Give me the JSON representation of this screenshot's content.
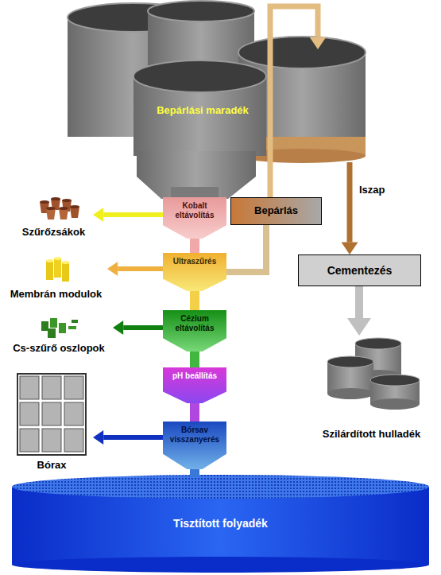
{
  "diagram": {
    "nodes": [
      {
        "text": [
          "Bepárlási maradék"
        ]
      },
      {
        "text": [
          "Kobalt eltávolítás"
        ]
      },
      {
        "text": [
          "Bepárlás"
        ]
      },
      {
        "text": [
          "Szűrőzsákok"
        ]
      },
      {
        "text": [
          "Ultraszűrés"
        ]
      },
      {
        "text": [
          "Cementezés"
        ]
      },
      {
        "text": [
          "Membrán modulok"
        ]
      },
      {
        "text": [
          "Cézium eltávolítás"
        ]
      },
      {
        "text": [
          "Cs-szűrő oszlopok"
        ]
      },
      {
        "text": [
          "pH beállítás"
        ]
      },
      {
        "text": [
          "Bórsav visszanyerés"
        ]
      },
      {
        "text": [
          "Szilárdított hulladék"
        ]
      },
      {
        "text": [
          "Bórax"
        ]
      },
      {
        "text": [
          "Tisztított folyadék"
        ]
      }
    ],
    "edges": [
      {
        "from": 0,
        "to": 1,
        "arrow": "none"
      },
      {
        "from": 1,
        "to": 4,
        "arrow": "none"
      },
      {
        "from": 4,
        "to": 7,
        "arrow": "none"
      },
      {
        "from": 7,
        "to": 9,
        "arrow": "none"
      },
      {
        "from": 9,
        "to": 10,
        "arrow": "none"
      },
      {
        "from": 10,
        "to": 13,
        "arrow": "none"
      },
      {
        "from": 1,
        "to": 3,
        "arrow": "to"
      },
      {
        "from": 4,
        "to": 6,
        "arrow": "to"
      },
      {
        "from": 7,
        "to": 8,
        "arrow": "to"
      },
      {
        "from": 10,
        "to": 12,
        "arrow": "to"
      },
      {
        "from": 4,
        "to": 2,
        "arrow": "none"
      },
      {
        "from": 2,
        "to": 0,
        "arrow": "to"
      },
      {
        "from": 0,
        "to": 5,
        "label": "Iszap",
        "arrow": "to"
      },
      {
        "from": 5,
        "to": 11,
        "arrow": "to"
      }
    ]
  }
}
